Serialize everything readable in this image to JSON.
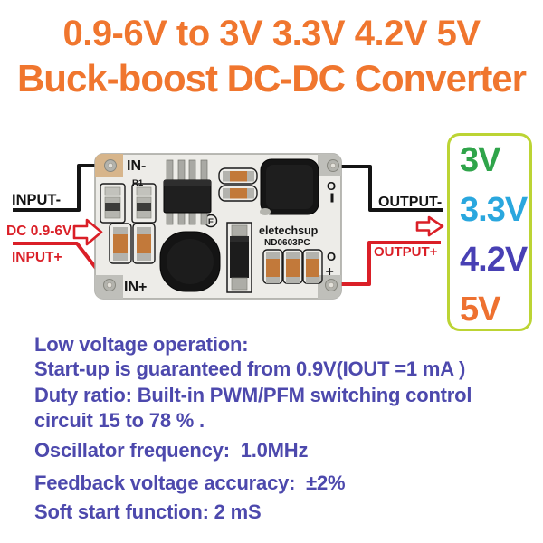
{
  "title": {
    "line1": "0.9-6V to 3V 3.3V 4.2V 5V",
    "line2": "Buck-boost DC-DC Converter"
  },
  "diagram": {
    "input_negative_label": "INPUT-",
    "input_range_label": "DC 0.9-6V",
    "input_positive_label": "INPUT+",
    "output_negative_label": "OUTPUT-",
    "output_positive_label": "OUTPUT+",
    "board": {
      "in_negative": "IN-",
      "r1": "R1",
      "in_positive": "IN+",
      "brand": "eletechsup",
      "model": "ND0603PC",
      "e_mark": "E",
      "out_negative_o": "O",
      "out_positive_o": "O",
      "out_positive_plus": "+"
    }
  },
  "output_panel": {
    "voltages": [
      {
        "label": "3V",
        "color": "#2fa44a"
      },
      {
        "label": "3.3V",
        "color": "#2aa7de"
      },
      {
        "label": "4.2V",
        "color": "#4840b4"
      },
      {
        "label": "5V",
        "color": "#ee7130"
      }
    ]
  },
  "specs": {
    "lines": [
      "Low voltage operation:",
      "Start-up is guaranteed from 0.9V(IOUT =1 mA )",
      "Duty ratio: Built-in PWM/PFM switching control",
      "circuit 15 to 78 % .",
      "Oscillator frequency:  1.0MHz",
      "Feedback voltage accuracy:  ±2%",
      "Soft start function: 2 mS"
    ]
  },
  "colors": {
    "title_orange": "#f0762e",
    "accent_red": "#da1f27",
    "wire_black": "#141414",
    "spec_blue": "#4d49ad",
    "panel_border": "#bcd434"
  }
}
